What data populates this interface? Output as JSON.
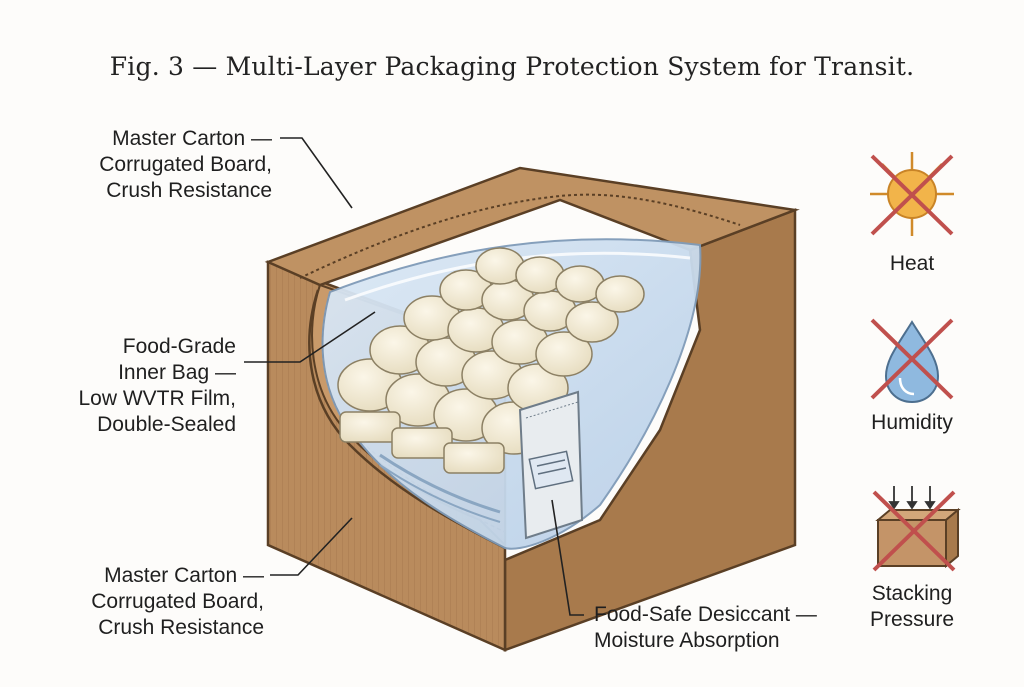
{
  "title": "Fig. 3 — Multi-Layer Packaging Protection System for Transit.",
  "callouts": {
    "carton_top": {
      "lines": [
        "Master Carton —",
        "Corrugated Board,",
        "Crush Resistance"
      ]
    },
    "inner_bag": {
      "lines": [
        "Food-Grade",
        "Inner Bag —",
        "Low WVTR Film,",
        "Double-Sealed"
      ]
    },
    "carton_bottom": {
      "lines": [
        "Master Carton —",
        "Corrugated Board,",
        "Crush Resistance"
      ]
    },
    "desiccant": {
      "lines": [
        "Food-Safe Desiccant —",
        "Moisture Absorption"
      ]
    }
  },
  "hazards": [
    {
      "label": "Heat",
      "icon": "crossed-sun-icon"
    },
    {
      "label": "Humidity",
      "icon": "crossed-water-drop-icon"
    },
    {
      "label": "Stacking",
      "label2": "Pressure",
      "icon": "crossed-stacked-box-icon"
    }
  ],
  "colors": {
    "carton": "#b88a5c",
    "carton_dark": "#9a6f45",
    "film": "#cfe0f0",
    "product": "#f3ecd8",
    "cross": "#c0504d",
    "sun": "#f2b44a",
    "drop": "#8fb9df"
  }
}
